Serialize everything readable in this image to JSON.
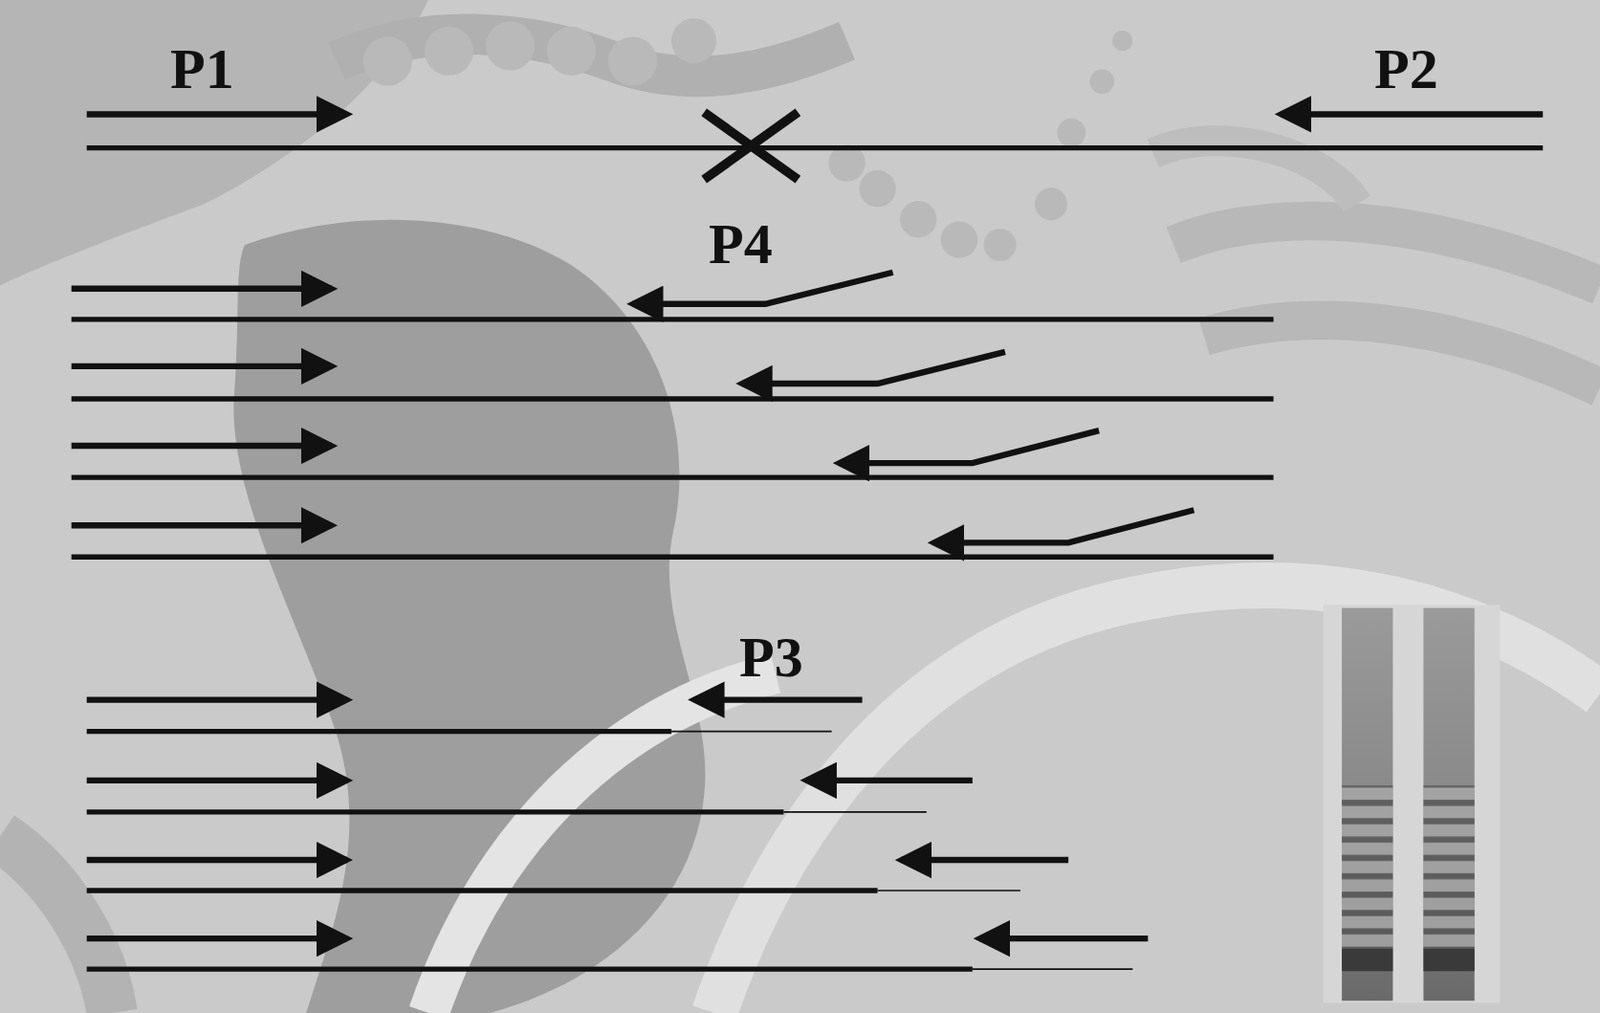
{
  "diagram": {
    "labels": [
      "P1",
      "P2",
      "P4",
      "P3"
    ]
  }
}
